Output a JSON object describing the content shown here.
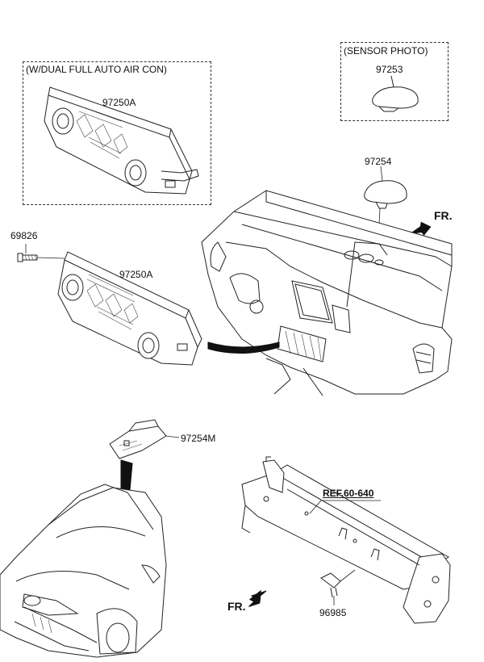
{
  "callouts": {
    "dual_auto_note": "(W/DUAL FULL AUTO AIR CON)",
    "part_97250A_top": "97250A",
    "sensor_photo_note": "(SENSOR PHOTO)",
    "part_97253": "97253",
    "part_97254": "97254",
    "fr_top": "FR.",
    "part_69826": "69826",
    "part_97250A_mid": "97250A",
    "part_97254M": "97254M",
    "ref": "REF.60-640",
    "part_96985": "96985",
    "fr_bottom": "FR."
  },
  "colors": {
    "line": "#222222",
    "fill": "#ffffff",
    "arrow": "#111111"
  }
}
